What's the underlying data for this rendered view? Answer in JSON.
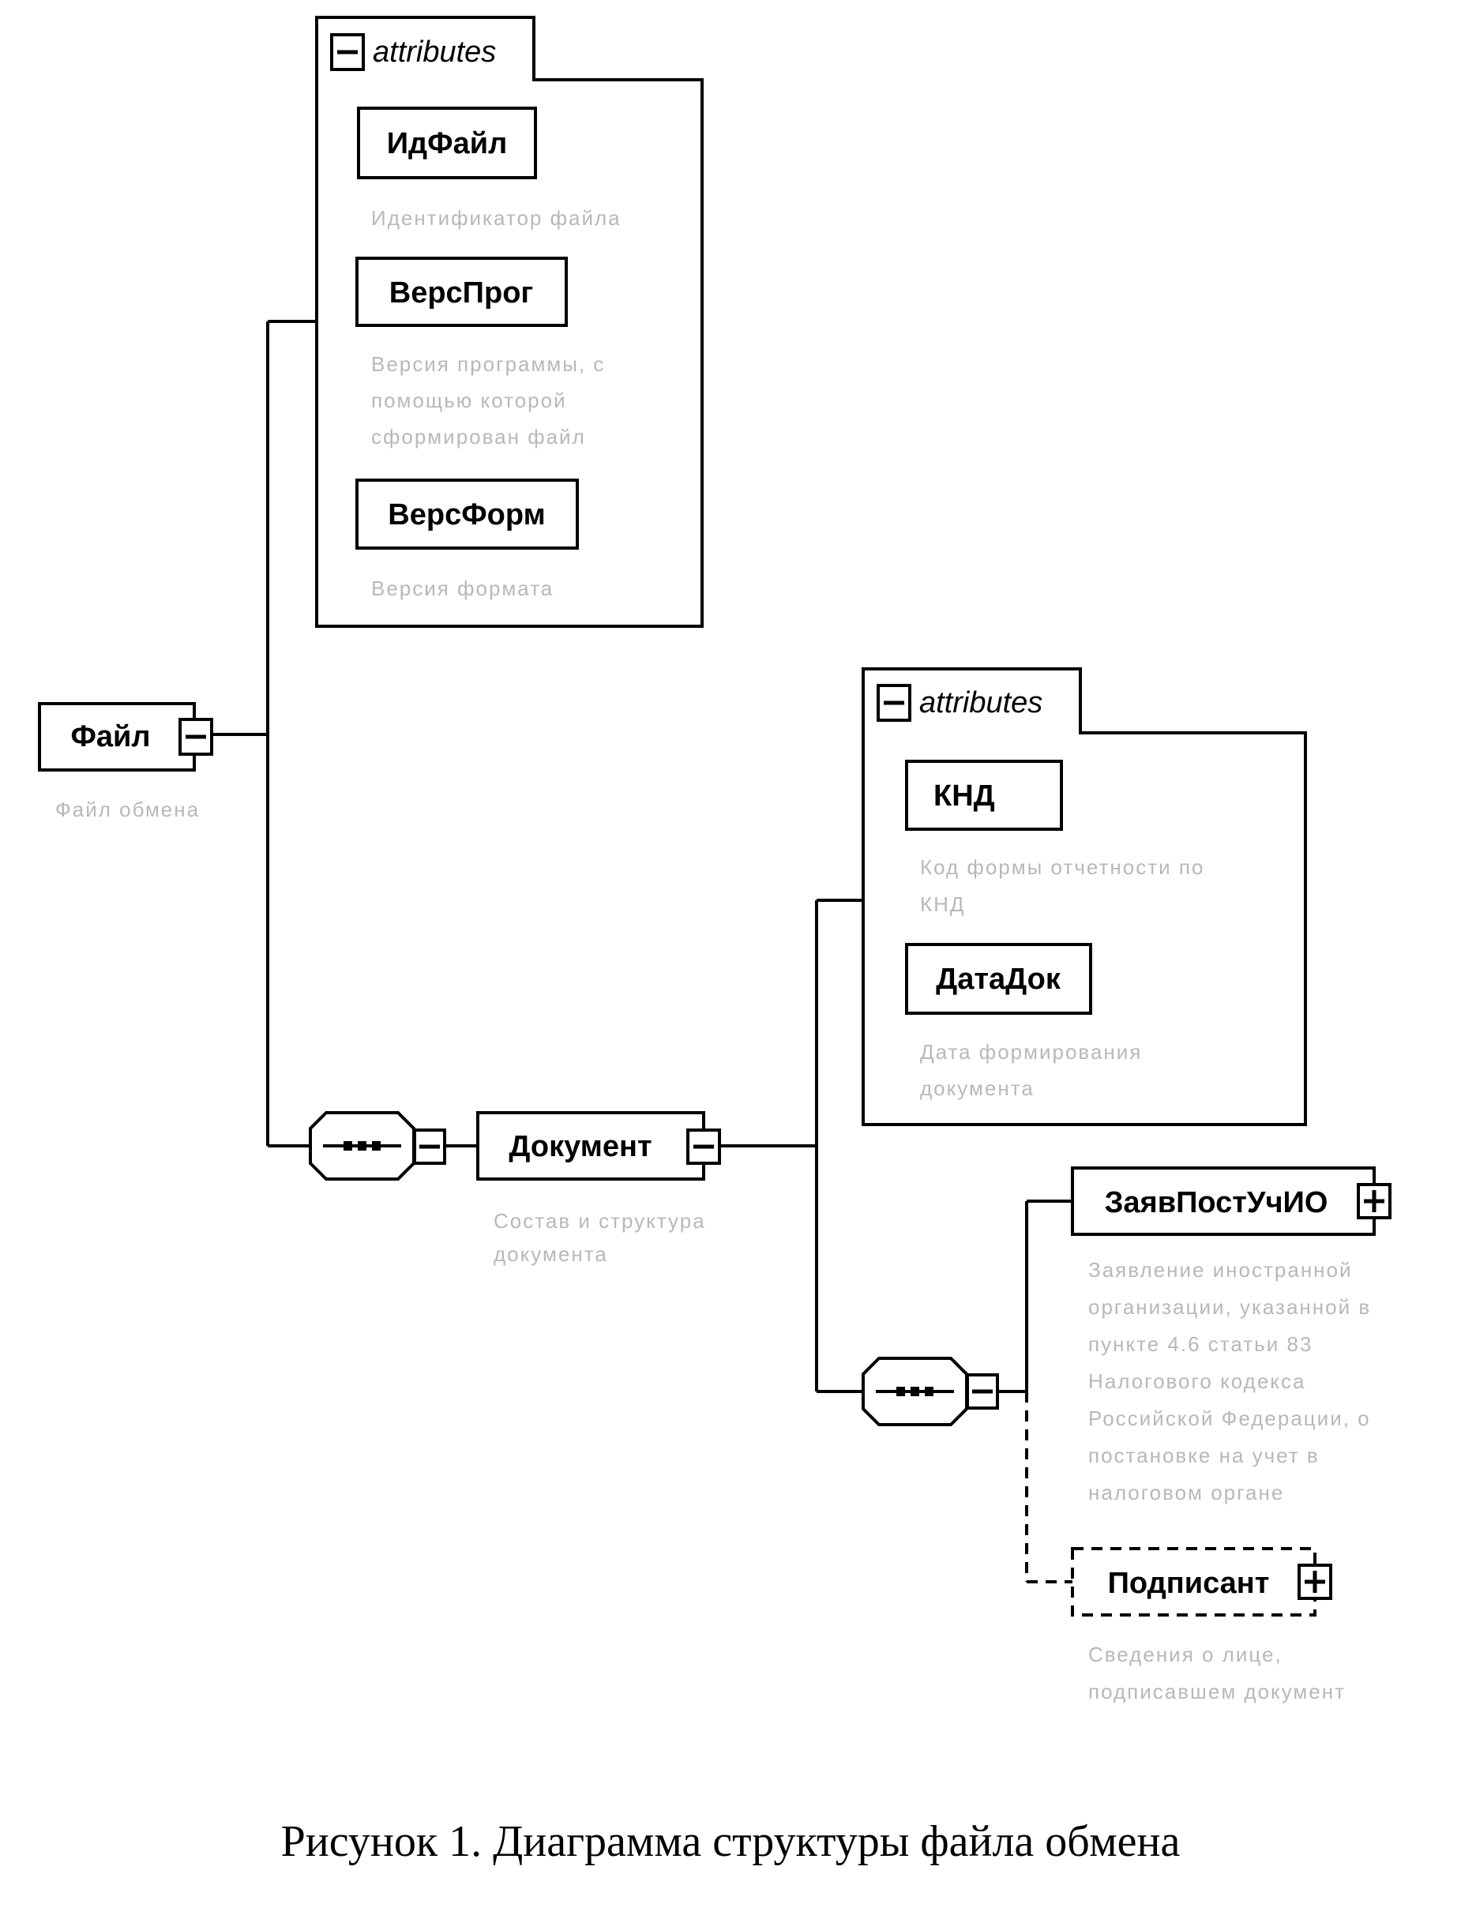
{
  "caption": "Рисунок 1. Диаграмма структуры файла обмена",
  "attributes_label": "attributes",
  "root": {
    "name": "Файл",
    "description": [
      "Файл обмена"
    ],
    "toggle": "minus-icon"
  },
  "root_attributes": [
    {
      "name": "ИдФайл",
      "description": [
        "Идентификатор файла"
      ]
    },
    {
      "name": "ВерсПрог",
      "description": [
        "Версия программы, с",
        "помощью которой",
        "сформирован файл"
      ]
    },
    {
      "name": "ВерсФорм",
      "description": [
        "Версия формата"
      ]
    }
  ],
  "document": {
    "name": "Документ",
    "description": [
      "Состав и структура",
      "документа"
    ],
    "toggle": "minus-icon"
  },
  "document_attributes": [
    {
      "name": "КНД",
      "description": [
        "Код формы отчетности по",
        "КНД"
      ]
    },
    {
      "name": "ДатаДок",
      "description": [
        "Дата формирования",
        "документа"
      ]
    }
  ],
  "sequence_icon": "sequence-compositor-icon",
  "children": [
    {
      "name": "ЗаявПостУчИО",
      "optional": false,
      "toggle": "plus-icon",
      "description": [
        "Заявление иностранной",
        "организации, указанной в",
        "пункте 4.6 статьи 83",
        "Налогового кодекса",
        "Российской Федерации, о",
        "постановке на учет в",
        "налоговом органе"
      ]
    },
    {
      "name": "Подписант",
      "optional": true,
      "toggle": "plus-icon",
      "description": [
        "Сведения о лице,",
        "подписавшем документ"
      ]
    }
  ]
}
